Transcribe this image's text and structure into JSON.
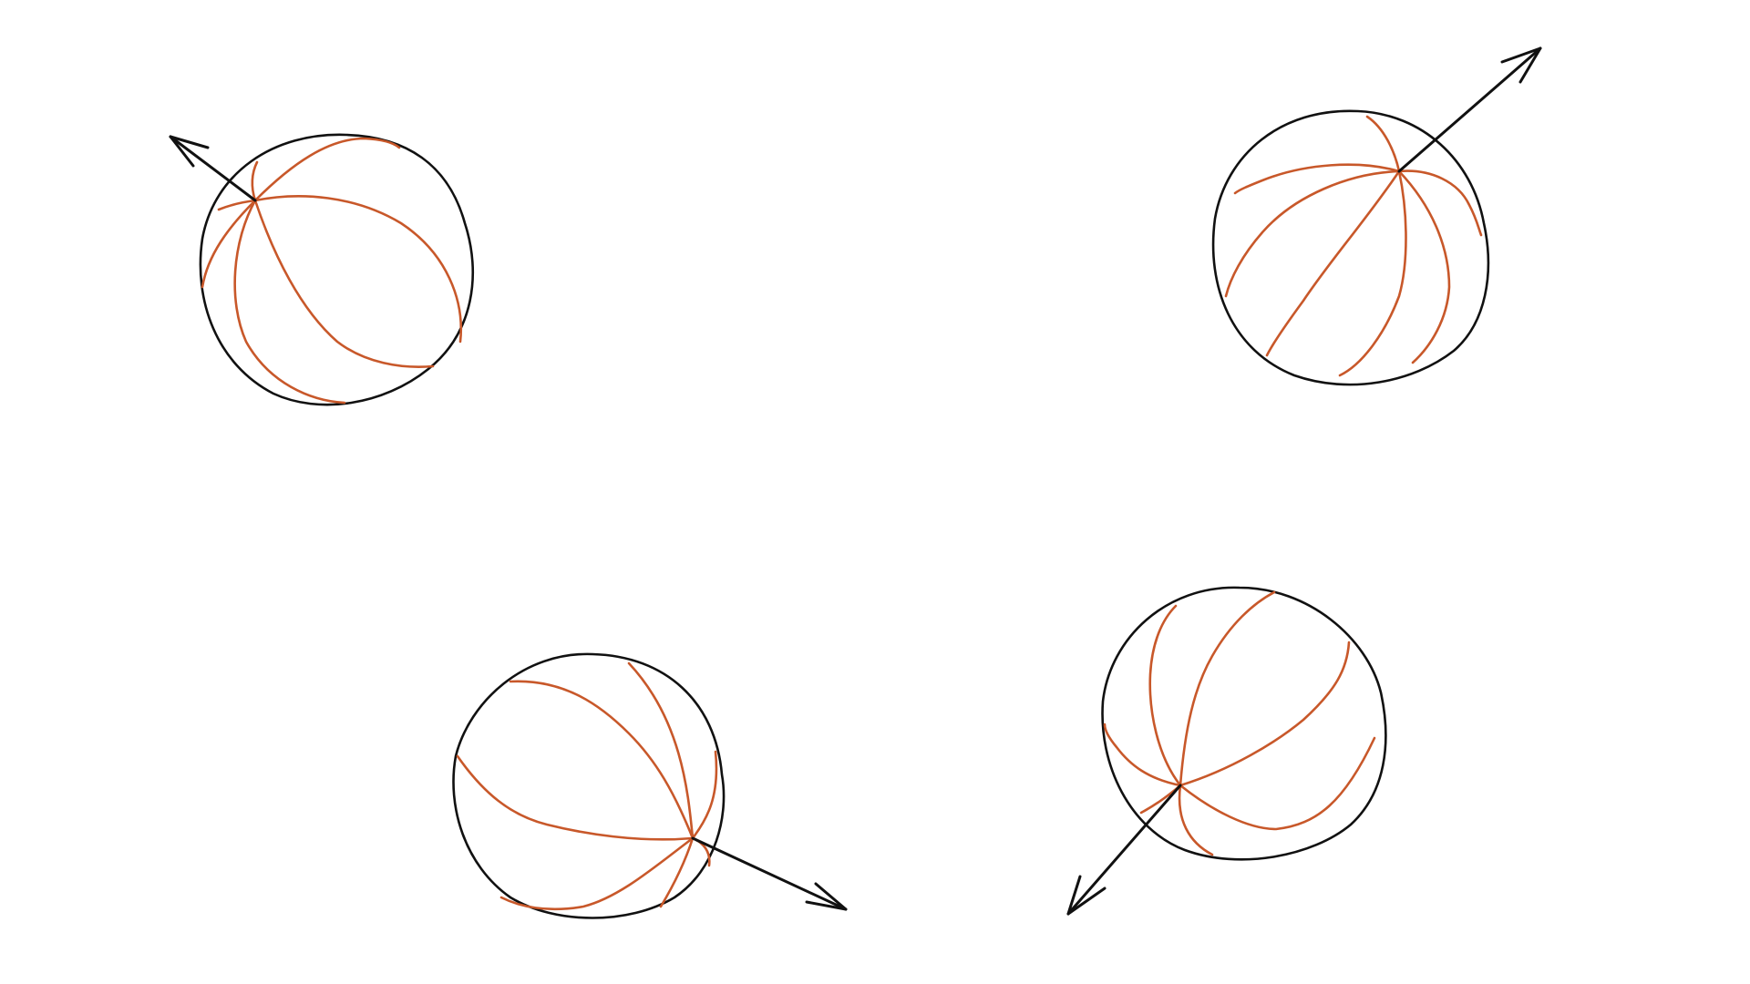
{
  "drawing": {
    "background_color": "#ffffff",
    "outline_color": "#111111",
    "seam_color": "#c8582a",
    "arrow_color": "#111111",
    "spheres": [
      {
        "name": "sphere-top-left",
        "pole_direction": "upper-left"
      },
      {
        "name": "sphere-top-right",
        "pole_direction": "upper-right"
      },
      {
        "name": "sphere-bottom-left",
        "pole_direction": "lower-right"
      },
      {
        "name": "sphere-bottom-right",
        "pole_direction": "lower-left"
      }
    ]
  }
}
